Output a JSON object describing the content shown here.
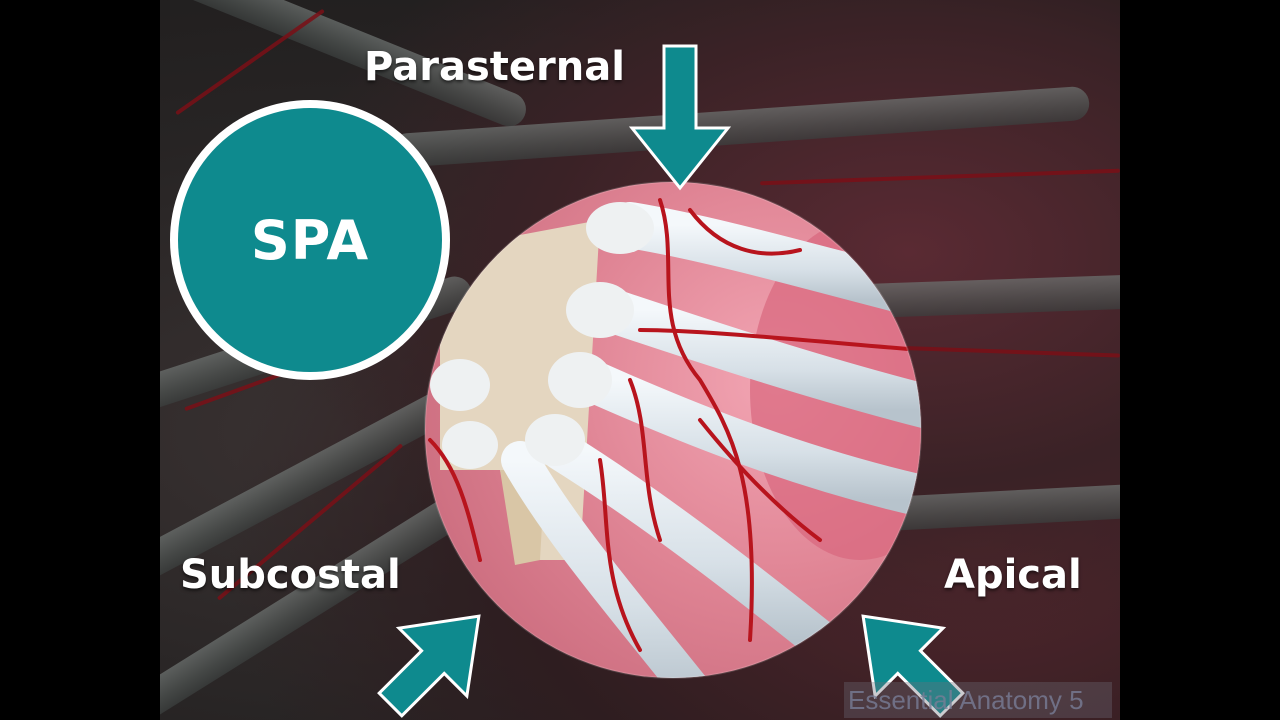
{
  "badge": {
    "text": "SPA",
    "color": "#0e8a8e"
  },
  "labels": {
    "parasternal": "Parasternal",
    "subcostal": "Subcostal",
    "apical": "Apical"
  },
  "arrow_color": "#0e8a8e",
  "watermark": "Essential Anatomy 5"
}
